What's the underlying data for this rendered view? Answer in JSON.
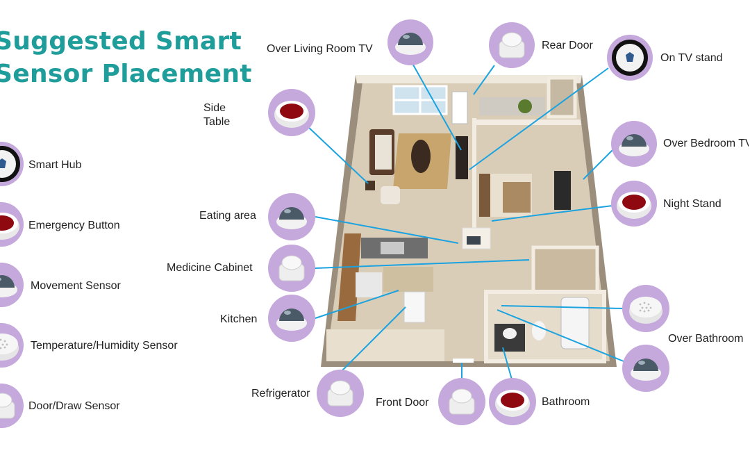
{
  "title": {
    "line1": "Suggested Smart",
    "line2": "Sensor Placement"
  },
  "legend": [
    {
      "label": "Smart Hub",
      "icon": "hub"
    },
    {
      "label": "Emergency Button",
      "icon": "button"
    },
    {
      "label": "Movement Sensor",
      "icon": "motion"
    },
    {
      "label": "Temperature/Humidity Sensor",
      "icon": "temp"
    },
    {
      "label": "Door/Draw Sensor",
      "icon": "door"
    }
  ],
  "placements": [
    {
      "label": "Over Living Room TV",
      "icon": "motion"
    },
    {
      "label": "Rear Door",
      "icon": "door"
    },
    {
      "label": "On TV stand",
      "icon": "hub"
    },
    {
      "label": "Side Table",
      "icon": "button"
    },
    {
      "label": "Over Bedroom TV",
      "icon": "motion"
    },
    {
      "label": "Night Stand",
      "icon": "button"
    },
    {
      "label": "Eating area",
      "icon": "motion"
    },
    {
      "label": "Medicine Cabinet",
      "icon": "door"
    },
    {
      "label": "Kitchen",
      "icon": "motion"
    },
    {
      "label": "Over Bathroom",
      "icon": "temp"
    },
    {
      "label": "",
      "icon": "motion"
    },
    {
      "label": "Refrigerator",
      "icon": "door"
    },
    {
      "label": "Front Door",
      "icon": "door"
    },
    {
      "label": "Bathroom",
      "icon": "button"
    }
  ],
  "colors": {
    "title": "#1f9d9a",
    "circle": "#c5a8dc",
    "leader": "#1aa3e0",
    "button_red": "#8e0a10"
  }
}
